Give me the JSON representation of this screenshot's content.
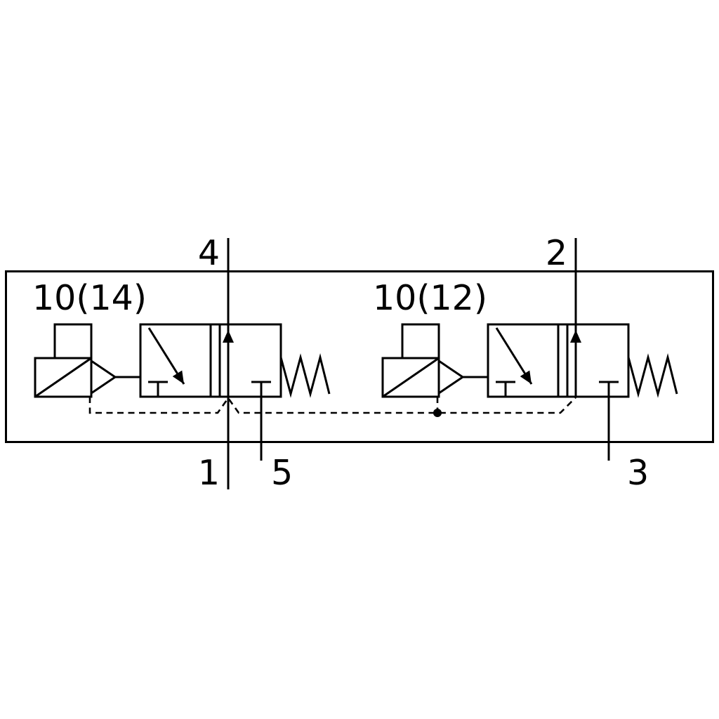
{
  "diagram": {
    "kind": "pneumatic-valve-schematic",
    "labels": {
      "left_solenoid": "10(14)",
      "right_solenoid": "10(12)",
      "port_4": "4",
      "port_2": "2",
      "port_1": "1",
      "port_5": "5",
      "port_3": "3"
    },
    "colors": {
      "line": "#000000",
      "background": "#ffffff"
    }
  }
}
